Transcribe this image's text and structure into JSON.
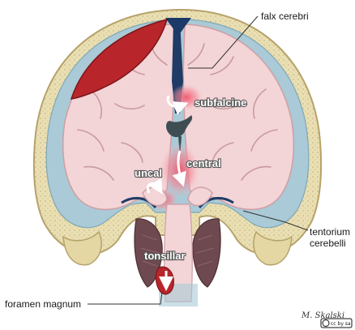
{
  "labels": {
    "falx": "falx cerebri",
    "tentorium_line1": "tentorium",
    "tentorium_line2": "cerebelli",
    "foramen": "foramen magnum",
    "subfalcine": "subfalcine",
    "central": "central",
    "uncal": "uncal",
    "tonsillar": "tonsillar"
  },
  "signature": "M. Skalski",
  "license_badge": "cc by sa",
  "colors": {
    "background": "#ffffff",
    "bone": "#e8deb0",
    "bone_edge": "#b6a26a",
    "dura": "#9fc3d0",
    "brain": "#f2d3d6",
    "brain_edge": "#d4a6ab",
    "hematoma": "#b8262b",
    "herniation_glow": "#f06a7a",
    "brainstem": "#7a5a5e",
    "arrow": "#ffffff"
  },
  "icons": [
    "curved-arrow-icon",
    "down-arrow-icon",
    "cc-license-icon"
  ]
}
